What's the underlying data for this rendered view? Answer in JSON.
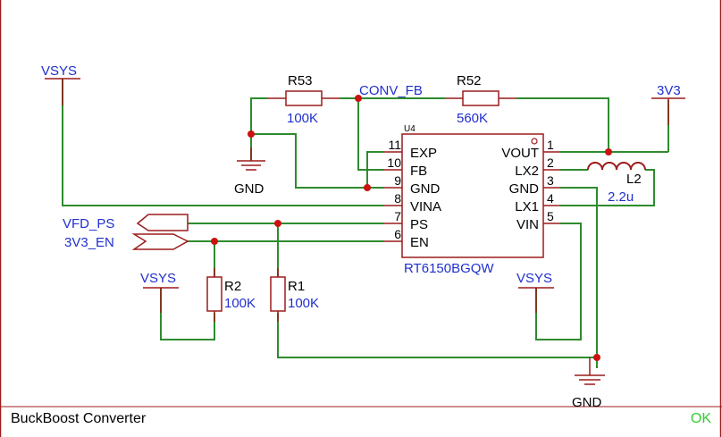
{
  "colors": {
    "wire": "#2e8b2e",
    "part": "#9b1c1c",
    "net_label": "#1f2fcf",
    "text": "#000000",
    "status_ok": "#33cc33"
  },
  "ic": {
    "designator": "U4",
    "part_number": "RT6150BGQW",
    "left_pins": [
      {
        "num": "11",
        "name": "EXP"
      },
      {
        "num": "10",
        "name": "FB"
      },
      {
        "num": "9",
        "name": "GND"
      },
      {
        "num": "8",
        "name": "VINA"
      },
      {
        "num": "7",
        "name": "PS"
      },
      {
        "num": "6",
        "name": "EN"
      }
    ],
    "right_pins": [
      {
        "num": "1",
        "name": "VOUT"
      },
      {
        "num": "2",
        "name": "LX2"
      },
      {
        "num": "3",
        "name": "GND"
      },
      {
        "num": "4",
        "name": "LX1"
      },
      {
        "num": "5",
        "name": "VIN"
      }
    ]
  },
  "resistors": {
    "r53": {
      "ref": "R53",
      "value": "100K"
    },
    "r52": {
      "ref": "R52",
      "value": "560K"
    },
    "r2": {
      "ref": "R2",
      "value": "100K"
    },
    "r1": {
      "ref": "R1",
      "value": "100K"
    }
  },
  "inductor": {
    "ref": "L2",
    "value": "2.2u"
  },
  "nets": {
    "vsys_top": "VSYS",
    "vsys_mid": "VSYS",
    "vsys_right": "VSYS",
    "v3v3": "3V3",
    "conv_fb": "CONV_FB",
    "gnd_left": "GND",
    "gnd_bottom": "GND",
    "vfd_ps": "VFD_PS",
    "en": "3V3_EN"
  },
  "footer": {
    "title": "BuckBoost Converter",
    "status": "OK"
  }
}
